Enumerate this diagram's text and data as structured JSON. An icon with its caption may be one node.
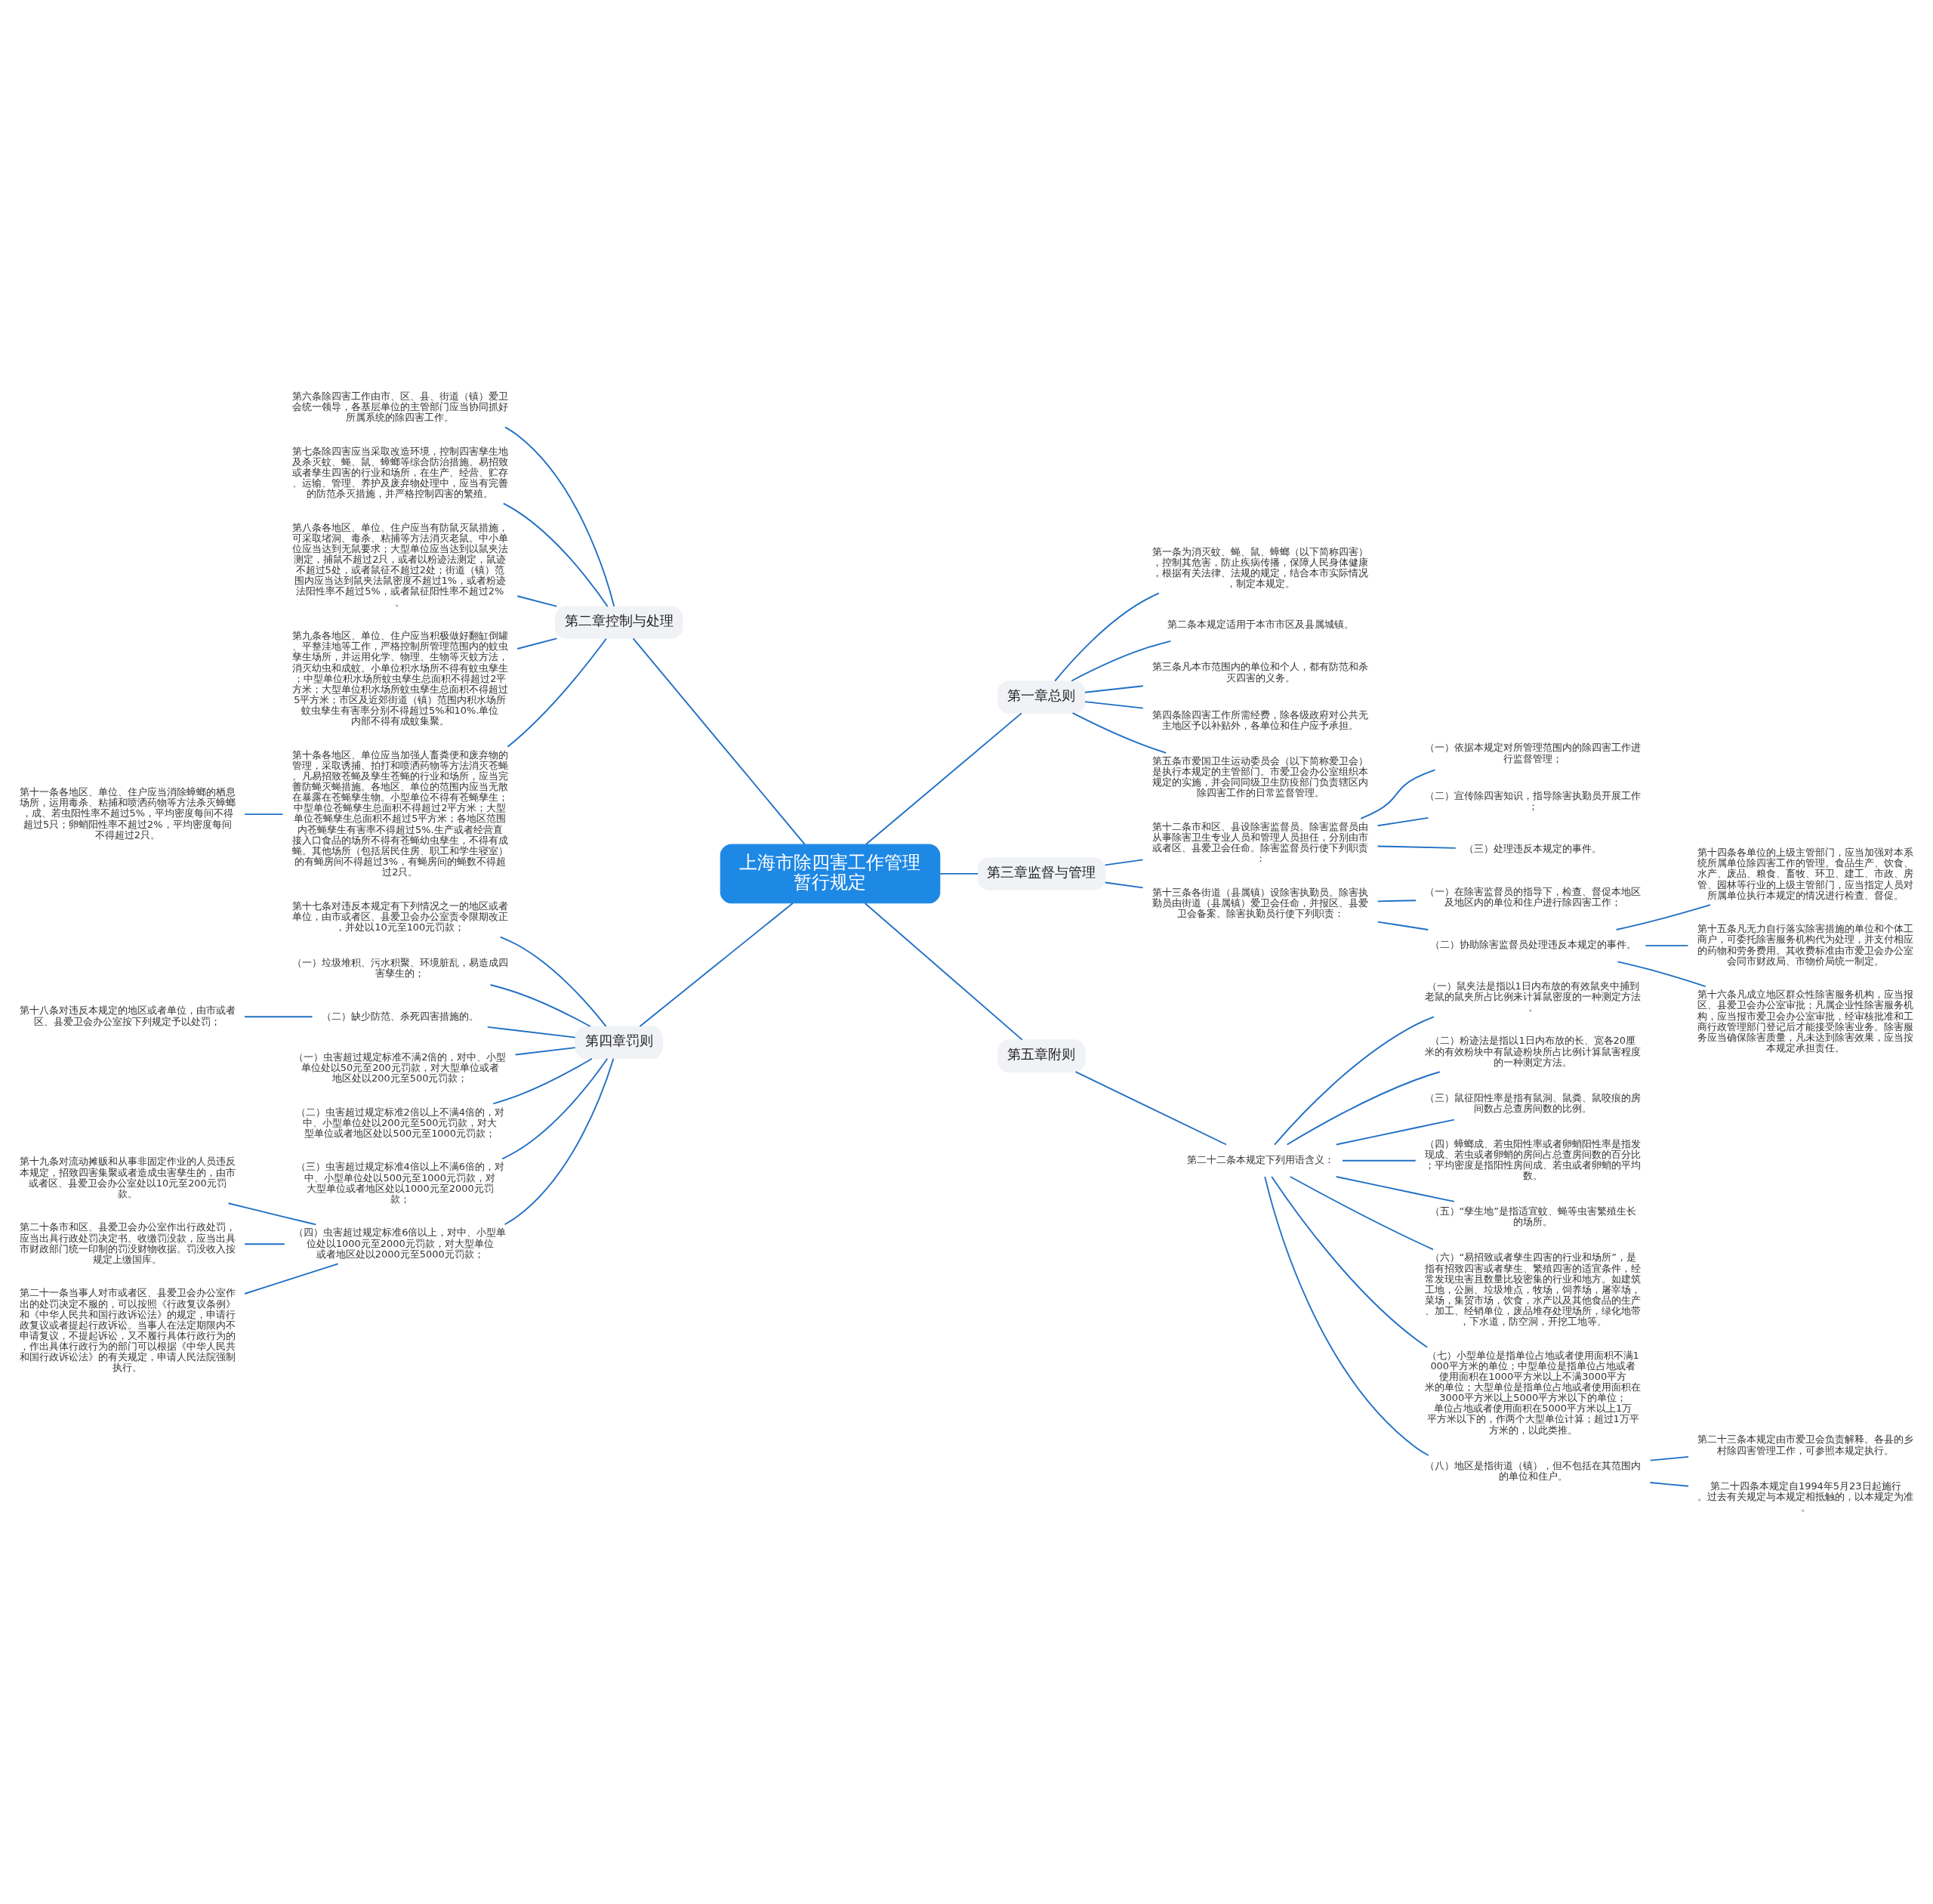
{
  "diagram": {
    "nodes": [
      {
        "text": [
          "上海市除四害工作管理暂行规定"
        ]
      },
      {
        "text": [
          "第一章总则"
        ]
      },
      {
        "text": [
          "第一条为消灭蚊、蝇、鼠、蟑螂（以下简称四害），控制其危害，防止疾病传播，保障人民身体健康，根据有关法律、法规的规定，结合本市实际情况，制定本规定。"
        ]
      },
      {
        "text": [
          "第二条本规定适用于本市市区及县属城镇。"
        ]
      },
      {
        "text": [
          "第三条凡本市范围内的单位和个人，都有防范和杀灭四害的义务。"
        ]
      },
      {
        "text": [
          "第四条除四害工作所需经费，除各级政府对公共无主地区予以补贴外，各单位和住户应予承担。"
        ]
      },
      {
        "text": [
          "第五条市爱国卫生运动委员会（以下简称爱卫会）是执行本规定的主管部门。市爱卫会办公室组织本规定的实施，并会同同级卫生防疫部门负责辖区内除四害工作的日常监督管理。"
        ]
      },
      {
        "text": [
          "第三章监督与管理"
        ]
      },
      {
        "text": [
          "第十二条市和区、县设除害监督员。除害监督员由从事除害卫生专业人员和管理人员担任，分别由市或者区、县爱卫会任命。除害监督员行使下列职责："
        ]
      },
      {
        "text": [
          "（一）依据本规定对所管理范围内的除四害工作进行监督管理；"
        ]
      },
      {
        "text": [
          "（二）宣传除四害知识，指导除害执勤员开展工作；"
        ]
      },
      {
        "text": [
          "（三）处理违反本规定的事件。"
        ]
      },
      {
        "text": [
          "第十三条各街道（县属镇）设除害执勤员。除害执勤员由街道（县属镇）爱卫会任命，并报区、县爱卫会备案。除害执勤员行使下列职责："
        ]
      },
      {
        "text": [
          "（一）在除害监督员的指导下，检查、督促本地区及地区内的单位和住户进行除四害工作；"
        ]
      },
      {
        "text": [
          "（二）协助除害监督员处理违反本规定的事件。"
        ]
      },
      {
        "text": [
          "第十四条各单位的上级主管部门，应当加强对本系统所属单位除四害工作的管理。食品生产、饮食、水产、废品、粮食、畜牧、环卫、建工、市政、房管、园林等行业的上级主管部门，应当指定人员对所属单位执行本规定的情况进行检查、督促。"
        ]
      },
      {
        "text": [
          "第十五条凡无力自行落实除害措施的单位和个体工商户，可委托除害服务机构代为处理，并支付相应的药物和劳务费用。其收费标准由市爱卫会办公室会同市财政局、市物价局统一制定。"
        ]
      },
      {
        "text": [
          "第十六条凡成立地区群众性除害服务机构，应当报区、县爱卫会办公室审批；凡属企业性除害服务机构，应当报市爱卫会办公室审批，经审核批准和工商行政管理部门登记后才能接受除害业务。除害服务应当确保除害质量，凡未达到除害效果，应当按本规定承担责任。"
        ]
      },
      {
        "text": [
          "第五章附则"
        ]
      },
      {
        "text": [
          "第二十二条本规定下列用语含义："
        ]
      },
      {
        "text": [
          "（一）鼠夹法是指以1日内布放的有效鼠夹中捕到老鼠的鼠夹所占比例来计算鼠密度的一种测定方法。"
        ]
      },
      {
        "text": [
          "（二）粉迹法是指以1日内布放的长、宽各20厘米的有效粉块中有鼠迹粉块所占比例计算鼠害程度的一种测定方法。"
        ]
      },
      {
        "text": [
          "（三）鼠征阳性率是指有鼠洞、鼠粪、鼠咬痕的房间数占总查房间数的比例。"
        ]
      },
      {
        "text": [
          "（四）蟑螂成、若虫阳性率或者卵蛸阳性率是指发现成、若虫或者卵蛸的房间占总查房间数的百分比；平均密度是指阳性房间成、若虫或者卵蛸的平均数。"
        ]
      },
      {
        "text": [
          "（五）“孳生地”是指适宜蚊、蝇等虫害繁殖生长的场所。"
        ]
      },
      {
        "text": [
          "（六）“易招致或者孳生四害的行业和场所”，是指有招致四害或者孳生、繁殖四害的适宜条件，经常发现虫害且数量比较密集的行业和地方。如建筑工地，公厕、垃圾堆点，牧场，饲养场，屠宰场，菜场，集贸市场，饮食，水产以及其他食品的生产、加工、经销单位，废品堆存处理场所，绿化地带，下水道，防空洞，开挖工地等。"
        ]
      },
      {
        "text": [
          "（七）小型单位是指单位占地或者使用面积不满1000平方米的单位；中型单位是指单位占地或者使用面积在1000平方米以上不满3000平方米的单位；大型单位是指单位占地或者使用面积在3000平方米以上5000平方米以下的单位；单位占地或者使用面积在5000平方米以上1万平方米以下的，作两个大型单位计算；超过1万平方米的，以此类推。"
        ]
      },
      {
        "text": [
          "（八）地区是指街道（镇），但不包括在其范围内的单位和住户。"
        ]
      },
      {
        "text": [
          "第二十三条本规定由市爱卫会负责解释。各县的乡村除四害管理工作，可参照本规定执行。"
        ]
      },
      {
        "text": [
          "第二十四条本规定自1994年5月23日起施行。过去有关规定与本规定相抵触的，以本规定为准。"
        ]
      },
      {
        "text": [
          "第二章控制与处理"
        ]
      },
      {
        "text": [
          "第六条除四害工作由市、区、县、街道（镇）爱卫会统一领导，各基层单位的主管部门应当协同抓好所属系统的除四害工作。"
        ]
      },
      {
        "text": [
          "第七条除四害应当采取改造环境，控制四害孳生地及杀灭蚊、蝇、鼠、蟑螂等综合防治措施。易招致或者孳生四害的行业和场所，在生产、经营、贮存、运输、管理、养护及废弃物处理中，应当有完善的防范杀灭措施，并严格控制四害的繁殖。"
        ]
      },
      {
        "text": [
          "第八条各地区、单位、住户应当有防鼠灭鼠措施，可采取堵洞、毒杀、粘捕等方法消灭老鼠。中小单位应当达到无鼠要求；大型单位应当达到以鼠夹法测定，捕鼠不超过2只，或者以粉迹法测定，鼠迹不超过5处，或者鼠征不超过2处；街道（镇）范围内应当达到鼠夹法鼠密度不超过1%，或者粉迹法阳性率不超过5%，或者鼠征阳性率不超过2%。"
        ]
      },
      {
        "text": [
          "第九条各地区、单位、住户应当积极做好翻缸倒罐、平整洼地等工作，严格控制所管理范围内的蚊虫孳生场所，并运用化学、物理、生物等灭蚊方法，消灭幼虫和成蚊。小单位积水场所不得有蚊虫孳生；中型单位积水场所蚊虫孳生总面积不得超过2平方米；大型单位积水场所蚊虫孳生总面积不得超过5平方米；市区及近郊街道（镇）范围内积水场所蚊虫孳生有害率分别不得超过5%和10%.单位内部不得有成蚊集聚。"
        ]
      },
      {
        "text": [
          "第十条各地区、单位应当加强人畜粪便和废弃物的管理，采取诱捕、拍打和喷洒药物等方法消灭苍蝇。凡易招致苍蝇及孳生苍蝇的行业和场所，应当完善防蝇灭蝇措施。各地区、单位的范围内应当无散在暴露在苍蝇孳生物。小型单位不得有苍蝇孳生；中型单位苍蝇孳生总面积不得超过2平方米；大型单位苍蝇孳生总面积不超过5平方米；各地区范围内苍蝇孳生有害率不得超过5%.生产或者经营直接入口食品的场所不得有苍蝇幼虫孳生，不得有成蝇。其他场所（包括居民住房、职工和学生寝室）的有蝇房间不得超过3%，有蝇房间的蝇数不得超过2只。"
        ]
      },
      {
        "text": [
          "第十一条各地区、单位、住户应当消除蟑螂的栖息场所，运用毒杀、粘捕和喷洒药物等方法杀灭蟑螂，成、若虫阳性率不超过5%，平均密度每间不得超过5只；卵蛸阳性率不超过2%，平均密度每间不得超过2只。"
        ]
      },
      {
        "text": [
          "第四章罚则"
        ]
      },
      {
        "text": [
          "第十七条对违反本规定有下列情况之一的地区或者单位，由市或者区、县爱卫会办公室责令限期改正，并处以10元至100元罚款；"
        ]
      },
      {
        "text": [
          "（一）垃圾堆积、污水积聚、环境脏乱，易造成四害孳生的；"
        ]
      },
      {
        "text": [
          "（二）缺少防范、杀死四害措施的。"
        ]
      },
      {
        "text": [
          "第十八条对违反本规定的地区或者单位，由市或者区、县爱卫会办公室按下列规定予以处罚；"
        ]
      },
      {
        "text": [
          "（一）虫害超过规定标准不满2倍的，对中、小型单位处以50元至200元罚款，对大型单位或者地区处以200元至500元罚款；"
        ]
      },
      {
        "text": [
          "（二）虫害超过规定标准2倍以上不满4倍的，对中、小型单位处以200元至500元罚款，对大型单位或者地区处以500元至1000元罚款；"
        ]
      },
      {
        "text": [
          "（三）虫害超过规定标准4倍以上不满6倍的，对中、小型单位处以500元至1000元罚款，对大型单位或者地区处以1000元至2000元罚款；"
        ]
      },
      {
        "text": [
          "（四）虫害超过规定标准6倍以上，对中、小型单位处以1000元至2000元罚款，对大型单位或者地区处以2000元至5000元罚款；"
        ]
      },
      {
        "text": [
          "第十九条对流动摊贩和从事非固定作业的人员违反本规定，招致四害集聚或者造成虫害孳生的，由市或者区、县爱卫会办公室处以10元至200元罚款。"
        ]
      },
      {
        "text": [
          "第二十条市和区、县爱卫会办公室作出行政处罚，应当出具行政处罚决定书。收缴罚没款，应当出具市财政部门统一印制的罚没财物收据。罚没收入按规定上缴国库。"
        ]
      },
      {
        "text": [
          "第二十一条当事人对市或者区、县爱卫会办公室作出的处罚决定不服的，可以按照《行政复议条例》和《中华人民共和国行政诉讼法》的规定，申请行政复议或者提起行政诉讼。当事人在法定期限内不申请复议，不提起诉讼，又不履行具体行政行为的，作出具体行政行为的部门可以根据《中华人民共和国行政诉讼法》的有关规定，申请人民法院强制执行。"
        ]
      }
    ],
    "edges": [
      {
        "from": 0,
        "to": 1,
        "arrow": "none"
      },
      {
        "from": 1,
        "to": 2,
        "arrow": "none"
      },
      {
        "from": 1,
        "to": 3,
        "arrow": "none"
      },
      {
        "from": 1,
        "to": 4,
        "arrow": "none"
      },
      {
        "from": 1,
        "to": 5,
        "arrow": "none"
      },
      {
        "from": 1,
        "to": 6,
        "arrow": "none"
      },
      {
        "from": 0,
        "to": 7,
        "arrow": "none"
      },
      {
        "from": 7,
        "to": 8,
        "arrow": "none"
      },
      {
        "from": 8,
        "to": 9,
        "arrow": "none"
      },
      {
        "from": 8,
        "to": 10,
        "arrow": "none"
      },
      {
        "from": 8,
        "to": 11,
        "arrow": "none"
      },
      {
        "from": 7,
        "to": 12,
        "arrow": "none"
      },
      {
        "from": 12,
        "to": 13,
        "arrow": "none"
      },
      {
        "from": 12,
        "to": 14,
        "arrow": "none"
      },
      {
        "from": 14,
        "to": 15,
        "arrow": "none"
      },
      {
        "from": 14,
        "to": 16,
        "arrow": "none"
      },
      {
        "from": 14,
        "to": 17,
        "arrow": "none"
      },
      {
        "from": 0,
        "to": 18,
        "arrow": "none"
      },
      {
        "from": 18,
        "to": 19,
        "arrow": "none"
      },
      {
        "from": 19,
        "to": 20,
        "arrow": "none"
      },
      {
        "from": 19,
        "to": 21,
        "arrow": "none"
      },
      {
        "from": 19,
        "to": 22,
        "arrow": "none"
      },
      {
        "from": 19,
        "to": 23,
        "arrow": "none"
      },
      {
        "from": 19,
        "to": 24,
        "arrow": "none"
      },
      {
        "from": 19,
        "to": 25,
        "arrow": "none"
      },
      {
        "from": 19,
        "to": 26,
        "arrow": "none"
      },
      {
        "from": 19,
        "to": 27,
        "arrow": "none"
      },
      {
        "from": 27,
        "to": 28,
        "arrow": "none"
      },
      {
        "from": 27,
        "to": 29,
        "arrow": "none"
      },
      {
        "from": 0,
        "to": 30,
        "arrow": "none"
      },
      {
        "from": 30,
        "to": 31,
        "arrow": "none"
      },
      {
        "from": 30,
        "to": 32,
        "arrow": "none"
      },
      {
        "from": 30,
        "to": 33,
        "arrow": "none"
      },
      {
        "from": 30,
        "to": 34,
        "arrow": "none"
      },
      {
        "from": 30,
        "to": 35,
        "arrow": "none"
      },
      {
        "from": 35,
        "to": 36,
        "arrow": "none"
      },
      {
        "from": 0,
        "to": 37,
        "arrow": "none"
      },
      {
        "from": 37,
        "to": 38,
        "arrow": "none"
      },
      {
        "from": 37,
        "to": 39,
        "arrow": "none"
      },
      {
        "from": 37,
        "to": 40,
        "arrow": "none"
      },
      {
        "from": 40,
        "to": 41,
        "arrow": "none"
      },
      {
        "from": 37,
        "to": 42,
        "arrow": "none"
      },
      {
        "from": 37,
        "to": 43,
        "arrow": "none"
      },
      {
        "from": 37,
        "to": 44,
        "arrow": "none"
      },
      {
        "from": 37,
        "to": 45,
        "arrow": "none"
      },
      {
        "from": 45,
        "to": 46,
        "arrow": "none"
      },
      {
        "from": 45,
        "to": 47,
        "arrow": "none"
      },
      {
        "from": 45,
        "to": 48,
        "arrow": "none"
      }
    ]
  }
}
